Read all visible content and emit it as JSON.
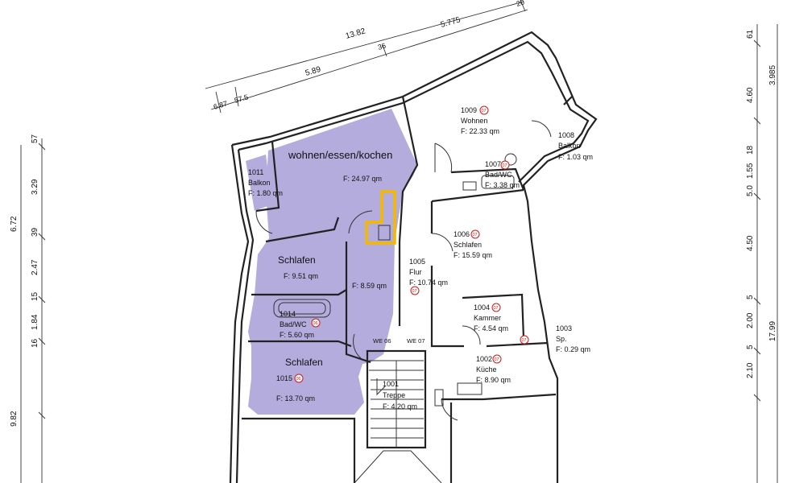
{
  "dims_top": {
    "d1": "13.82",
    "d2": "5.775",
    "d3": "36",
    "d4": "5.89",
    "d5": "6.87",
    "d6": "57.5",
    "d7": "20"
  },
  "dims_left": {
    "l1": "57",
    "l2": "3.29",
    "l3": "6.72",
    "l4": "39",
    "l5": "2.47",
    "l6": "15",
    "l7": "1.84",
    "l8": "16",
    "l9": "9.82"
  },
  "dims_right": {
    "r1": "61",
    "r2": "3.985",
    "r3": "4.60",
    "r4": "18",
    "r5": "1.55",
    "r6": "5.0",
    "r7": "4.50",
    "r8": "5",
    "r9": "2.00",
    "r10": "5",
    "r11": "17.99",
    "r12": "2.10"
  },
  "rooms": {
    "r1011": {
      "num": "1011",
      "name": "Balkon",
      "area": "F:  1.80  qm"
    },
    "wohnen_essen": {
      "title": "wohnen/essen/kochen",
      "area": "F:  24.97  qm"
    },
    "r1009": {
      "num": "1009",
      "name": "Wohnen",
      "area": "F:  22.33  qm",
      "tag": "07"
    },
    "r1008": {
      "num": "1008",
      "name": "Balkon",
      "area": "F:  1.03  qm"
    },
    "r1007": {
      "num": "1007",
      "name": "Bad/WC",
      "area": "F:  3.38  qm",
      "tag": "07"
    },
    "r1006": {
      "num": "1006",
      "name": "Schlafen",
      "area": "F:  15.59  qm",
      "tag": "07"
    },
    "r1005": {
      "num": "1005",
      "name": "Flur",
      "area": "F:  10.74  qm",
      "tag": "07"
    },
    "schlafen_a": {
      "title": "Schlafen",
      "area": "F:  9.51  qm"
    },
    "unnamed": {
      "area": "F:  8.59  qm"
    },
    "r1014": {
      "num": "1014",
      "name": "Bad/WC",
      "area": "F:  5.60  qm",
      "tag": "06"
    },
    "r1015": {
      "title": "Schlafen",
      "num": "1015",
      "area": "F:  13.70  qm",
      "tag": "06"
    },
    "r1004": {
      "num": "1004",
      "name": "Kammer",
      "area": "F:  4.54  qm",
      "tag": "07"
    },
    "r1003": {
      "num": "1003",
      "name": "Sp.",
      "area": "F:  0.29  qm",
      "tag": "07"
    },
    "r1002": {
      "num": "1002",
      "name": "Küche",
      "area": "F:  8.90  qm",
      "tag": "07"
    },
    "r1001": {
      "num": "1001",
      "name": "Treppe",
      "area": "F:  4.20  qm"
    }
  },
  "stair": {
    "we_left": "WE  06",
    "we_right": "WE  07"
  },
  "colors": {
    "apartment_fill": "#b3acdc",
    "highlight": "#f5b800",
    "marker": "#d01818",
    "wall": "#222222"
  }
}
